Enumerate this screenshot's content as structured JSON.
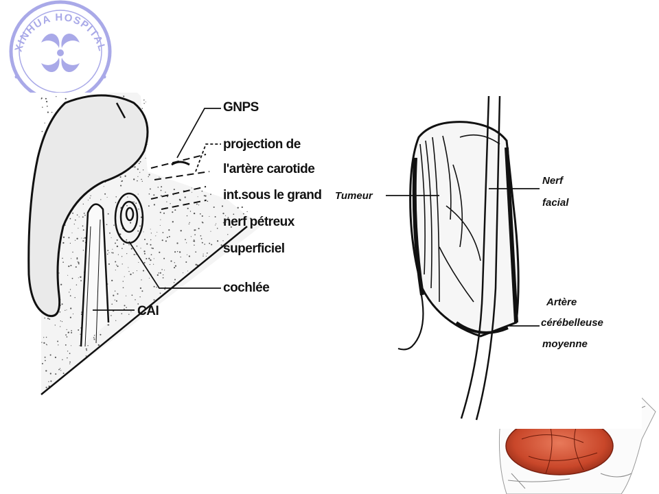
{
  "logo": {
    "text": "XINHUA HOSPITAL",
    "color": "#a9a9e8"
  },
  "left_diagram": {
    "labels": {
      "gnps": "GNPS",
      "projection_1": "projection de",
      "projection_2": "l'artère carotide",
      "projection_3": "int.sous le grand",
      "projection_4": "nerf pétreux",
      "projection_5": "superficiel",
      "cochlee": "cochlée",
      "cai": "CAI"
    }
  },
  "right_diagram": {
    "labels": {
      "tumeur": "Tumeur",
      "nerf_1": "Nerf",
      "nerf_2": "facial",
      "artere_1": "Artère",
      "artere_2": "cérébelleuse",
      "artere_3": "moyenne"
    }
  },
  "colors": {
    "ink": "#111111",
    "tumor_red": "#c9472a",
    "stipple": "#555555"
  }
}
